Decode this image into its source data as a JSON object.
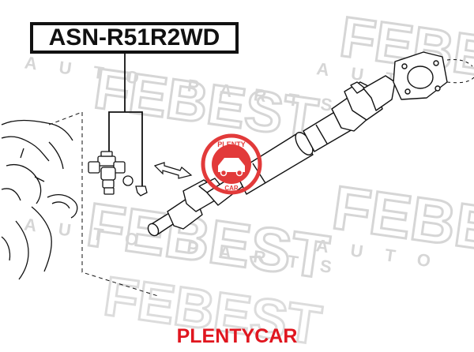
{
  "part_number": "ASN-R51R2WD",
  "watermark": {
    "brand": "FEBEST",
    "subtitle": "AUTO PARTS"
  },
  "stamp": {
    "text_top": "PLENTY",
    "text_bottom": "CAR"
  },
  "footer_brand": "PLENTYCAR",
  "colors": {
    "ink": "#111111",
    "watermark": "#dcdcdc",
    "brand_red": "#e0161f",
    "stamp_red": "#e23a3a"
  }
}
